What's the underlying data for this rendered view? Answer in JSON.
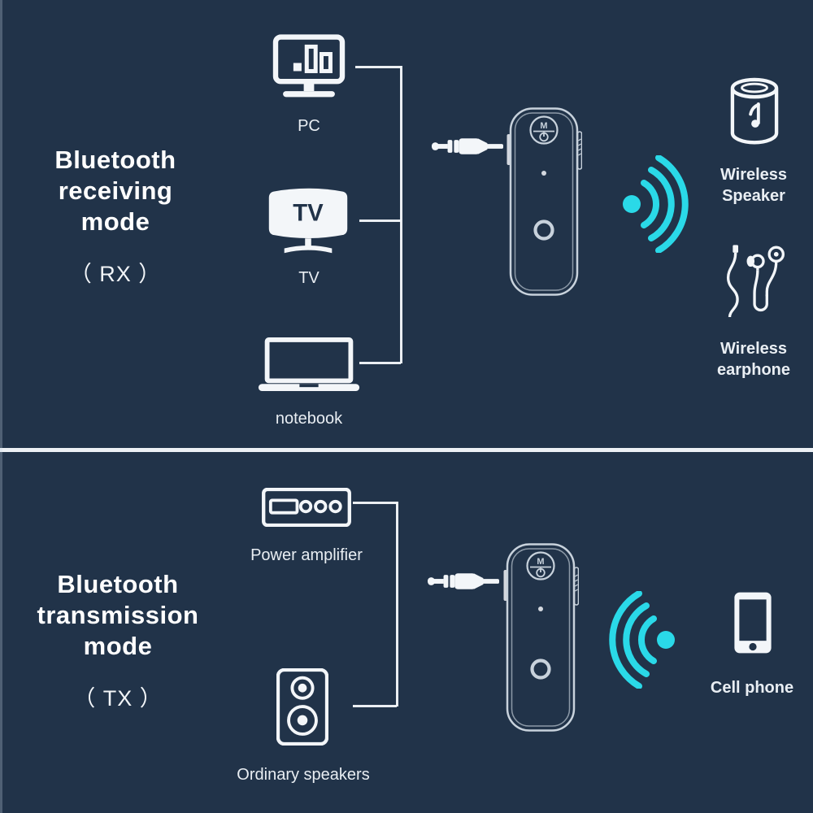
{
  "colors": {
    "background": "#213349",
    "icon_white": "#f3f6f9",
    "accent_cyan": "#2ad9e8",
    "divider": "#edf1f5",
    "device_outline": "#c8d2dc"
  },
  "rx": {
    "title_lines": [
      "Bluetooth",
      "receiving",
      "mode"
    ],
    "mode": "（ RX ）",
    "sources": [
      {
        "label": "PC"
      },
      {
        "label": "TV",
        "screen_text": "TV"
      },
      {
        "label": "notebook"
      }
    ],
    "outputs": [
      {
        "line1": "Wireless",
        "line2": "Speaker"
      },
      {
        "line1": "Wireless",
        "line2": "earphone"
      }
    ]
  },
  "tx": {
    "title_lines": [
      "Bluetooth",
      "transmission",
      "mode"
    ],
    "mode": "（ TX ）",
    "sources": [
      {
        "label": "Power amplifier"
      },
      {
        "label": "Ordinary speakers"
      }
    ],
    "outputs": [
      {
        "label": "Cell phone"
      }
    ]
  },
  "device": {
    "button_label": "M"
  }
}
